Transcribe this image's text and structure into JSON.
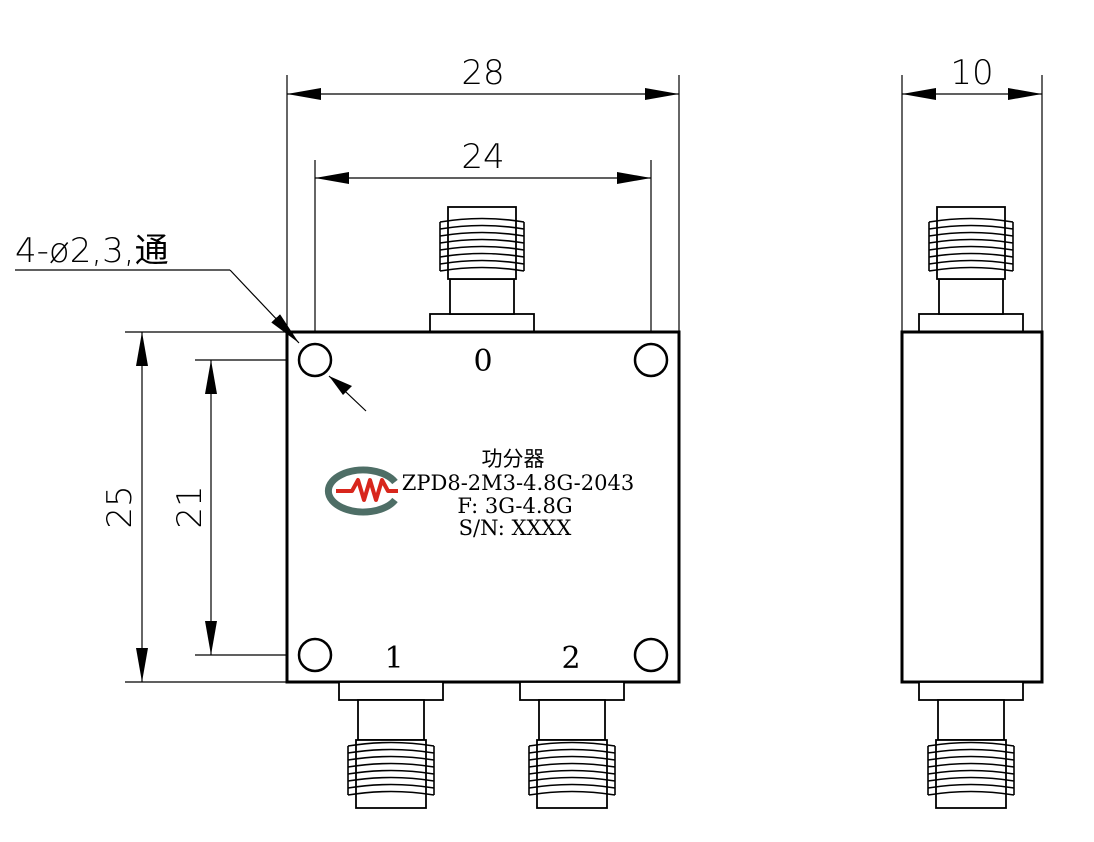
{
  "dimensions": {
    "overall_width": "28",
    "hole_spacing_x": "24",
    "overall_height": "25",
    "hole_spacing_y": "21",
    "depth": "10",
    "hole_callout": "4-ø2,3,通"
  },
  "ports": {
    "input": "0",
    "output_1": "1",
    "output_2": "2"
  },
  "label": {
    "name": "功分器",
    "model": "ZPD8-2M3-4.8G-2043",
    "frequency": "F: 3G-4.8G",
    "serial": "S/N: XXXX"
  },
  "colors": {
    "logo_red": "#d8261c",
    "logo_gray": "#4e6e66",
    "line": "#000000"
  }
}
